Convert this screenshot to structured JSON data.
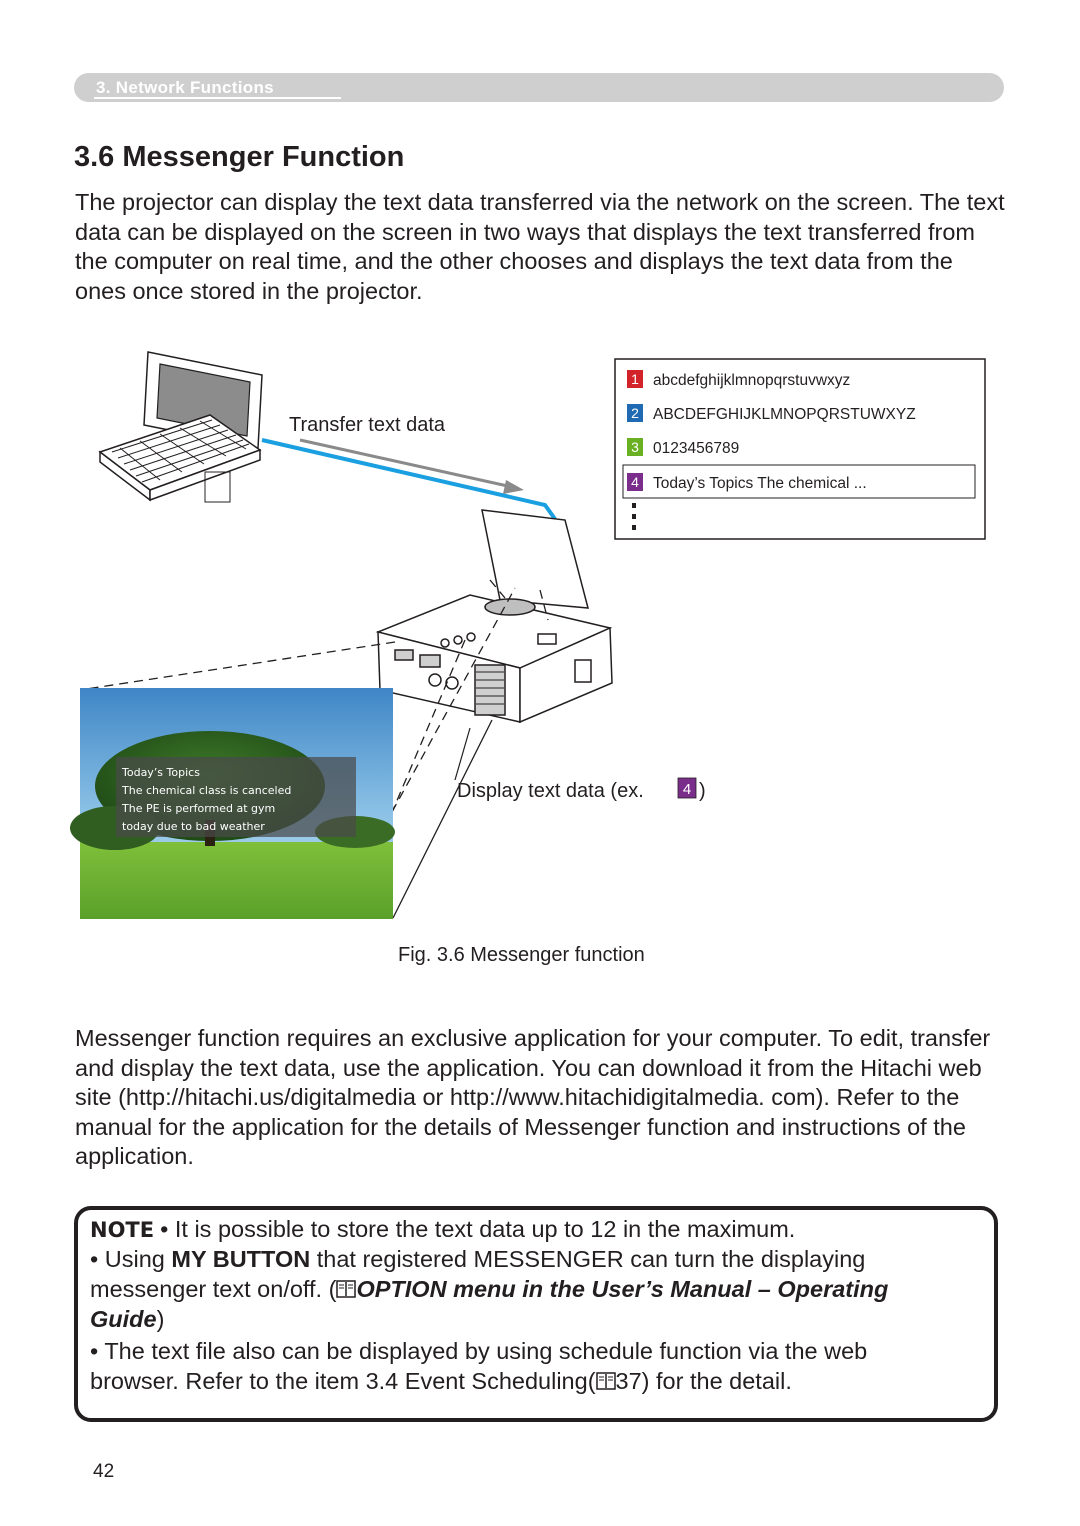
{
  "header": {
    "section_label": "3. Network Functions"
  },
  "title": "3.6 Messenger Function",
  "intro_text": "The projector can display the text data transferred via the network on the screen. The text data can be displayed on the screen in two ways that displays the text transferred from the computer on real time, and the other chooses and displays the text data from the ones once stored in the projector.",
  "figure": {
    "transfer_label": "Transfer text data",
    "display_label_prefix": "Display text data (ex. ",
    "display_label_badge": "4",
    "display_label_suffix": ")",
    "caption": "Fig. 3.6 Messenger function",
    "list_items": [
      {
        "number": "1",
        "text": "abcdefghijklmnopqrstuvwxyz",
        "color": "#d2232a"
      },
      {
        "number": "2",
        "text": "ABCDEFGHIJKLMNOPQRSTUWXYZ",
        "color": "#1f6ab3"
      },
      {
        "number": "3",
        "text": "0123456789",
        "color": "#6ab023"
      },
      {
        "number": "4",
        "text": "Today’s Topics The chemical ...",
        "color": "#7b2d8b"
      }
    ],
    "screen_text": {
      "line1": "Today’s Topics",
      "line2": "The chemical class is canceled",
      "line3": "The PE is performed at gym",
      "line4": "today due to bad weather"
    },
    "colors": {
      "arrow": "#1aa0e0",
      "grey_arrow": "#8a8a8a"
    }
  },
  "body_text": "Messenger function requires an exclusive application for your computer. To edit, transfer and display the text data, use the application. You can download it from the Hitachi web site (http://hitachi.us/digitalmedia or http://www.hitachidigitalmedia. com). Refer to the manual for the application for the details of Messenger function and instructions of the application.",
  "note": {
    "label": "NOTE",
    "line1": "• It is possible to store the text data up to 12 in the maximum.",
    "line2_prefix": "• Using ",
    "line2_bold": "MY BUTTON",
    "line2_suffix": " that registered MESSENGER can turn the displaying",
    "line3_prefix": "messenger text on/off. (",
    "line3_ref": "OPTION menu in the User’s Manual – Operating",
    "line4_ref": "Guide",
    "line4_suffix": ")",
    "line5": "• The text file also can be displayed by using schedule function via the web",
    "line6_prefix": "browser. Refer to the item 3.4 Event Scheduling(",
    "line6_ref": "37",
    "line6_suffix": ") for the detail."
  },
  "page_number": "42"
}
